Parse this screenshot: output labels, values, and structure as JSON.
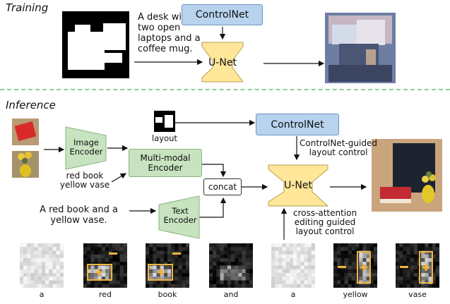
{
  "training": {
    "title": "Training",
    "caption_lines": [
      "A desk with",
      "two open",
      "laptops and a",
      "coffee mug."
    ],
    "controlnet": "ControlNet",
    "unet": "U-Net"
  },
  "inference": {
    "title": "Inference",
    "layout_label": "layout",
    "controlnet": "ControlNet",
    "controlnet_note": [
      "ControlNet-guided",
      "layout control"
    ],
    "image_encoder": [
      "Image",
      "Encoder"
    ],
    "image_tags": [
      "red book",
      "yellow vase"
    ],
    "multimodal_encoder": [
      "Multi-modal",
      "Encoder"
    ],
    "concat": "concat",
    "text_encoder": [
      "Text",
      "Encoder"
    ],
    "prompt": [
      "A red book and a",
      "yellow vase."
    ],
    "unet": "U-Net",
    "cross_note": [
      "cross-attention",
      "editing guided",
      "layout control"
    ]
  },
  "attention_words": [
    "a",
    "red",
    "book",
    "and",
    "a",
    "yellow",
    "vase"
  ],
  "colors": {
    "blue_box": "#b7d3ee",
    "green_box": "#c7e3bf",
    "unet": "#ffe699",
    "divider": "#8fd18f",
    "highlight": "#f0b43c"
  }
}
